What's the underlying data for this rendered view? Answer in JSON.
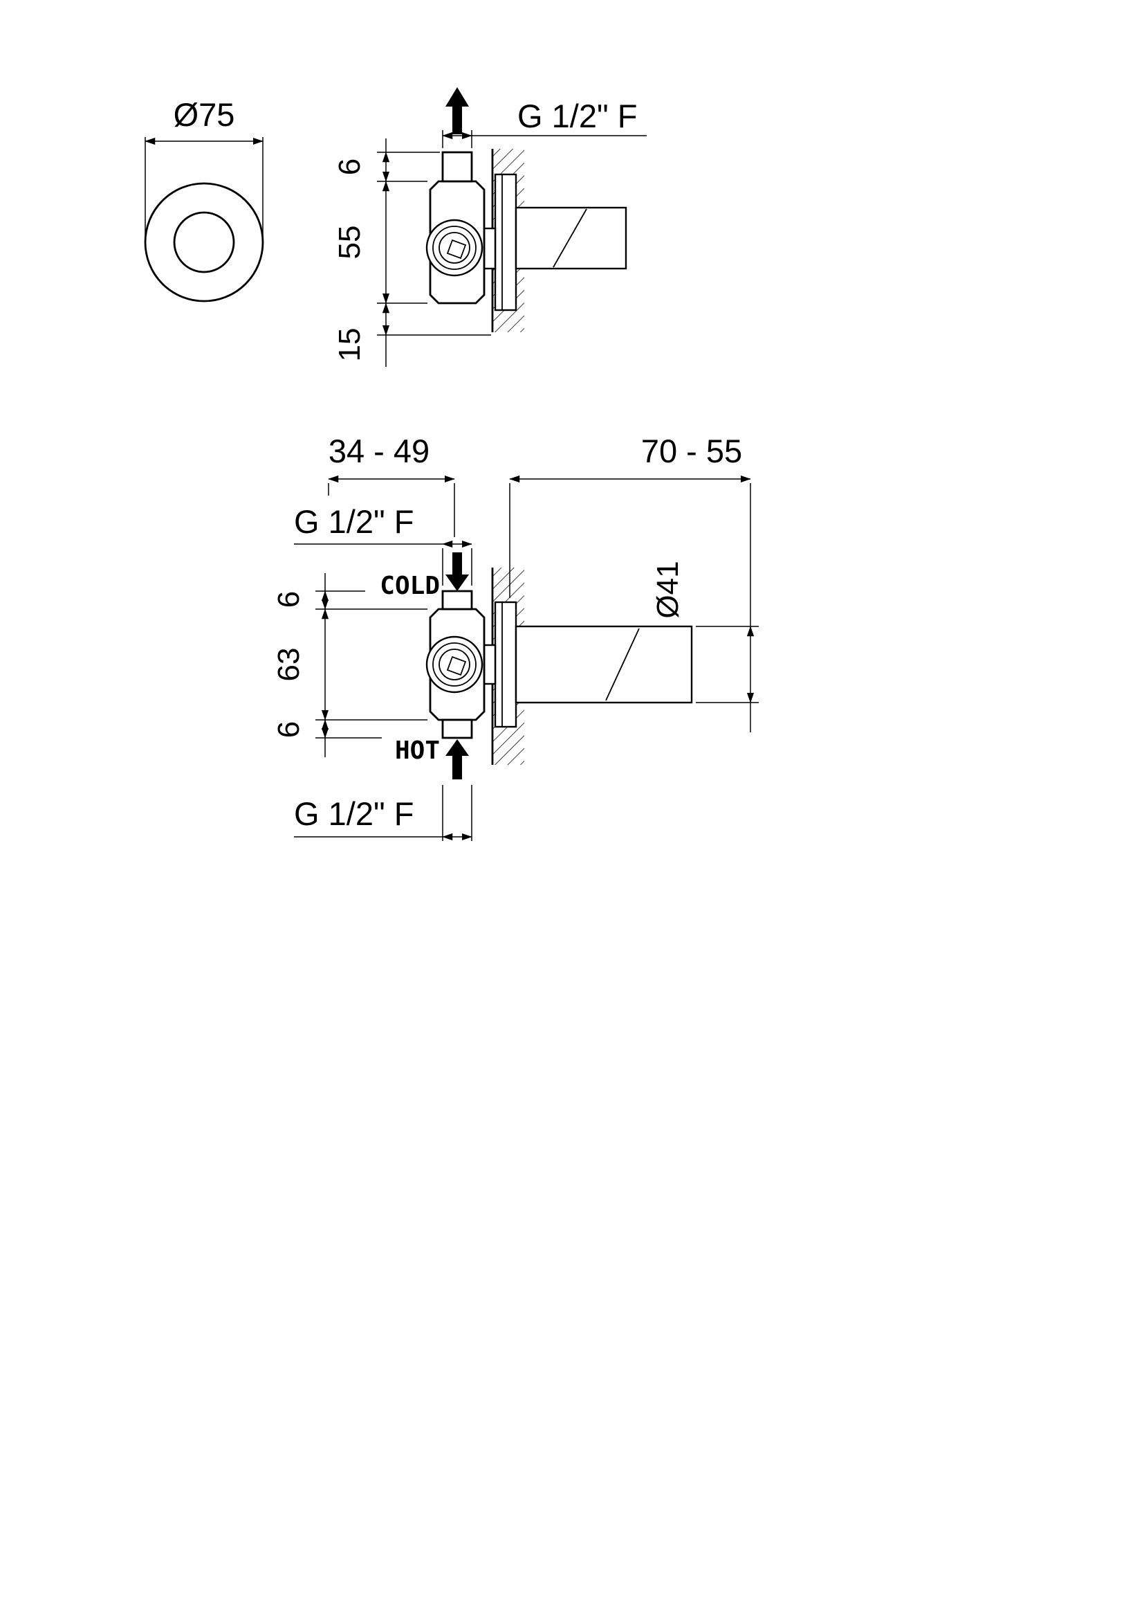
{
  "drawing": {
    "front_view": {
      "diameter": "Ø75"
    },
    "top_side_view": {
      "thread": "G 1/2\" F",
      "dim_offset_top": "6",
      "dim_body_height": "55",
      "dim_offset_bottom": "15"
    },
    "bottom_side_view": {
      "dim_depth_range": "34 - 49",
      "dim_projection_range": "70 - 55",
      "thread_top": "G 1/2\" F",
      "thread_bottom": "G 1/2\" F",
      "dim_offset_top": "6",
      "dim_body_height": "63",
      "dim_offset_bottom": "6",
      "cold": "COLD",
      "hot": "HOT",
      "handle_diameter": "Ø41"
    },
    "colors": {
      "line": "#000000",
      "background": "#ffffff"
    }
  }
}
